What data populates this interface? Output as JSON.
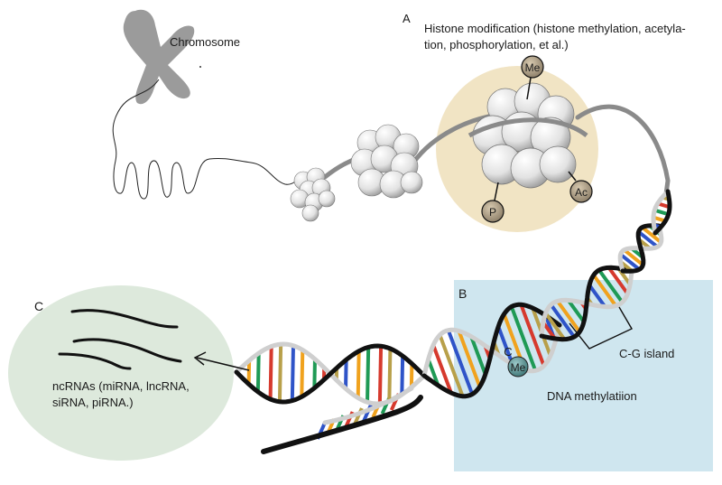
{
  "labels": {
    "chromosome": "Chromosome",
    "panel_a": "A",
    "histone_line1": "Histone modification (histone methylation, acetyla-",
    "histone_line2": "tion, phosphorylation, et al.)",
    "panel_b": "B",
    "cg_island": "C-G island",
    "dna_methylation": "DNA methylatiion",
    "panel_c": "C",
    "ncrna_line1": "ncRNAs (miRNA, lncRNA,",
    "ncrna_line2": "siRNA, piRNA.)",
    "me_tag": "Me",
    "ac_tag": "Ac",
    "p_tag": "P",
    "cytosine": "C",
    "me_dna": "Me"
  },
  "colors": {
    "histone_halo": "#f1e4c4",
    "methylation_panel": "#cfe6ef",
    "ncrna_ellipse": "#dde9dc",
    "chromosome": "#9b9b9b",
    "dna_backbone": "#111111",
    "base_blue": "#2f54c8",
    "base_orange": "#f0a21e",
    "base_green": "#1f9a55",
    "base_red": "#d63a2e",
    "base_olive": "#b8a04a"
  }
}
